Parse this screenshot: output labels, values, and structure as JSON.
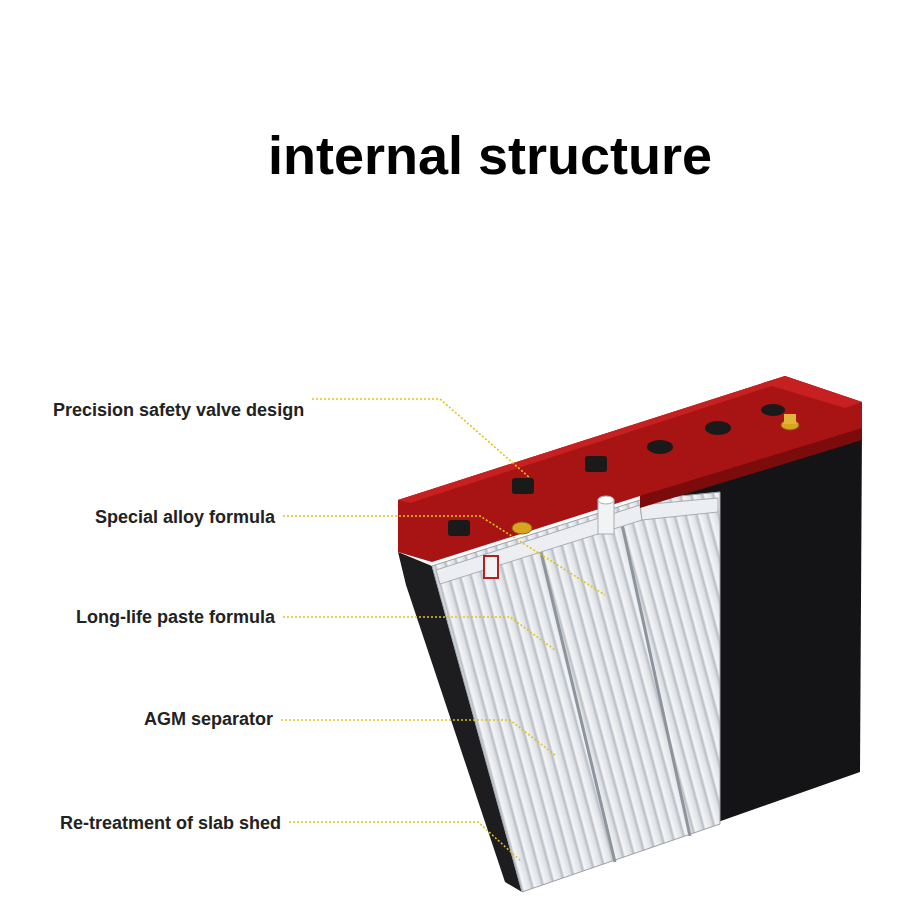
{
  "diagram": {
    "title": "internal structure",
    "labels": [
      "Precision safety valve design",
      "Special alloy formula",
      "Long-life paste formula",
      "AGM separator",
      "Re-treatment of slab shed"
    ]
  }
}
